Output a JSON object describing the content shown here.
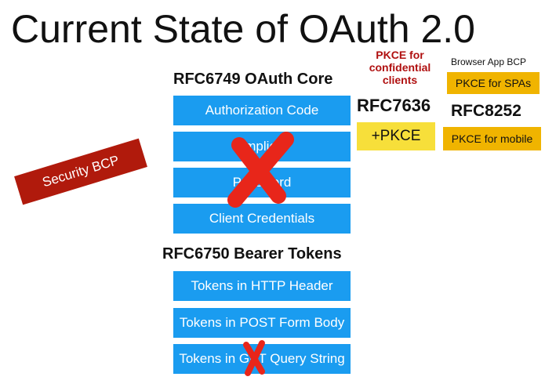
{
  "title": "Current State of OAuth 2.0",
  "core": {
    "heading": "RFC6749 OAuth Core",
    "items": [
      "Authorization Code",
      "Implicit",
      "Password",
      "Client Credentials"
    ]
  },
  "bearer": {
    "heading": "RFC6750 Bearer Tokens",
    "items": [
      "Tokens in HTTP Header",
      "Tokens in POST Form Body",
      "Tokens in GET Query String"
    ]
  },
  "annotations": {
    "security_bcp": "Security BCP",
    "rfc7636": "RFC7636",
    "pkce": "+PKCE",
    "pkce_confidential": "PKCE for confidential clients",
    "browser_bcp": "Browser App BCP",
    "pkce_spa": "PKCE for SPAs",
    "rfc8252": "RFC8252",
    "pkce_mobile": "PKCE for mobile"
  },
  "colors": {
    "box": "#1a9cf0",
    "cross": "#e8261a",
    "security": "#b01a0c",
    "yellow": "#f7df3a",
    "orange": "#f0b400",
    "darkred": "#b01010"
  }
}
